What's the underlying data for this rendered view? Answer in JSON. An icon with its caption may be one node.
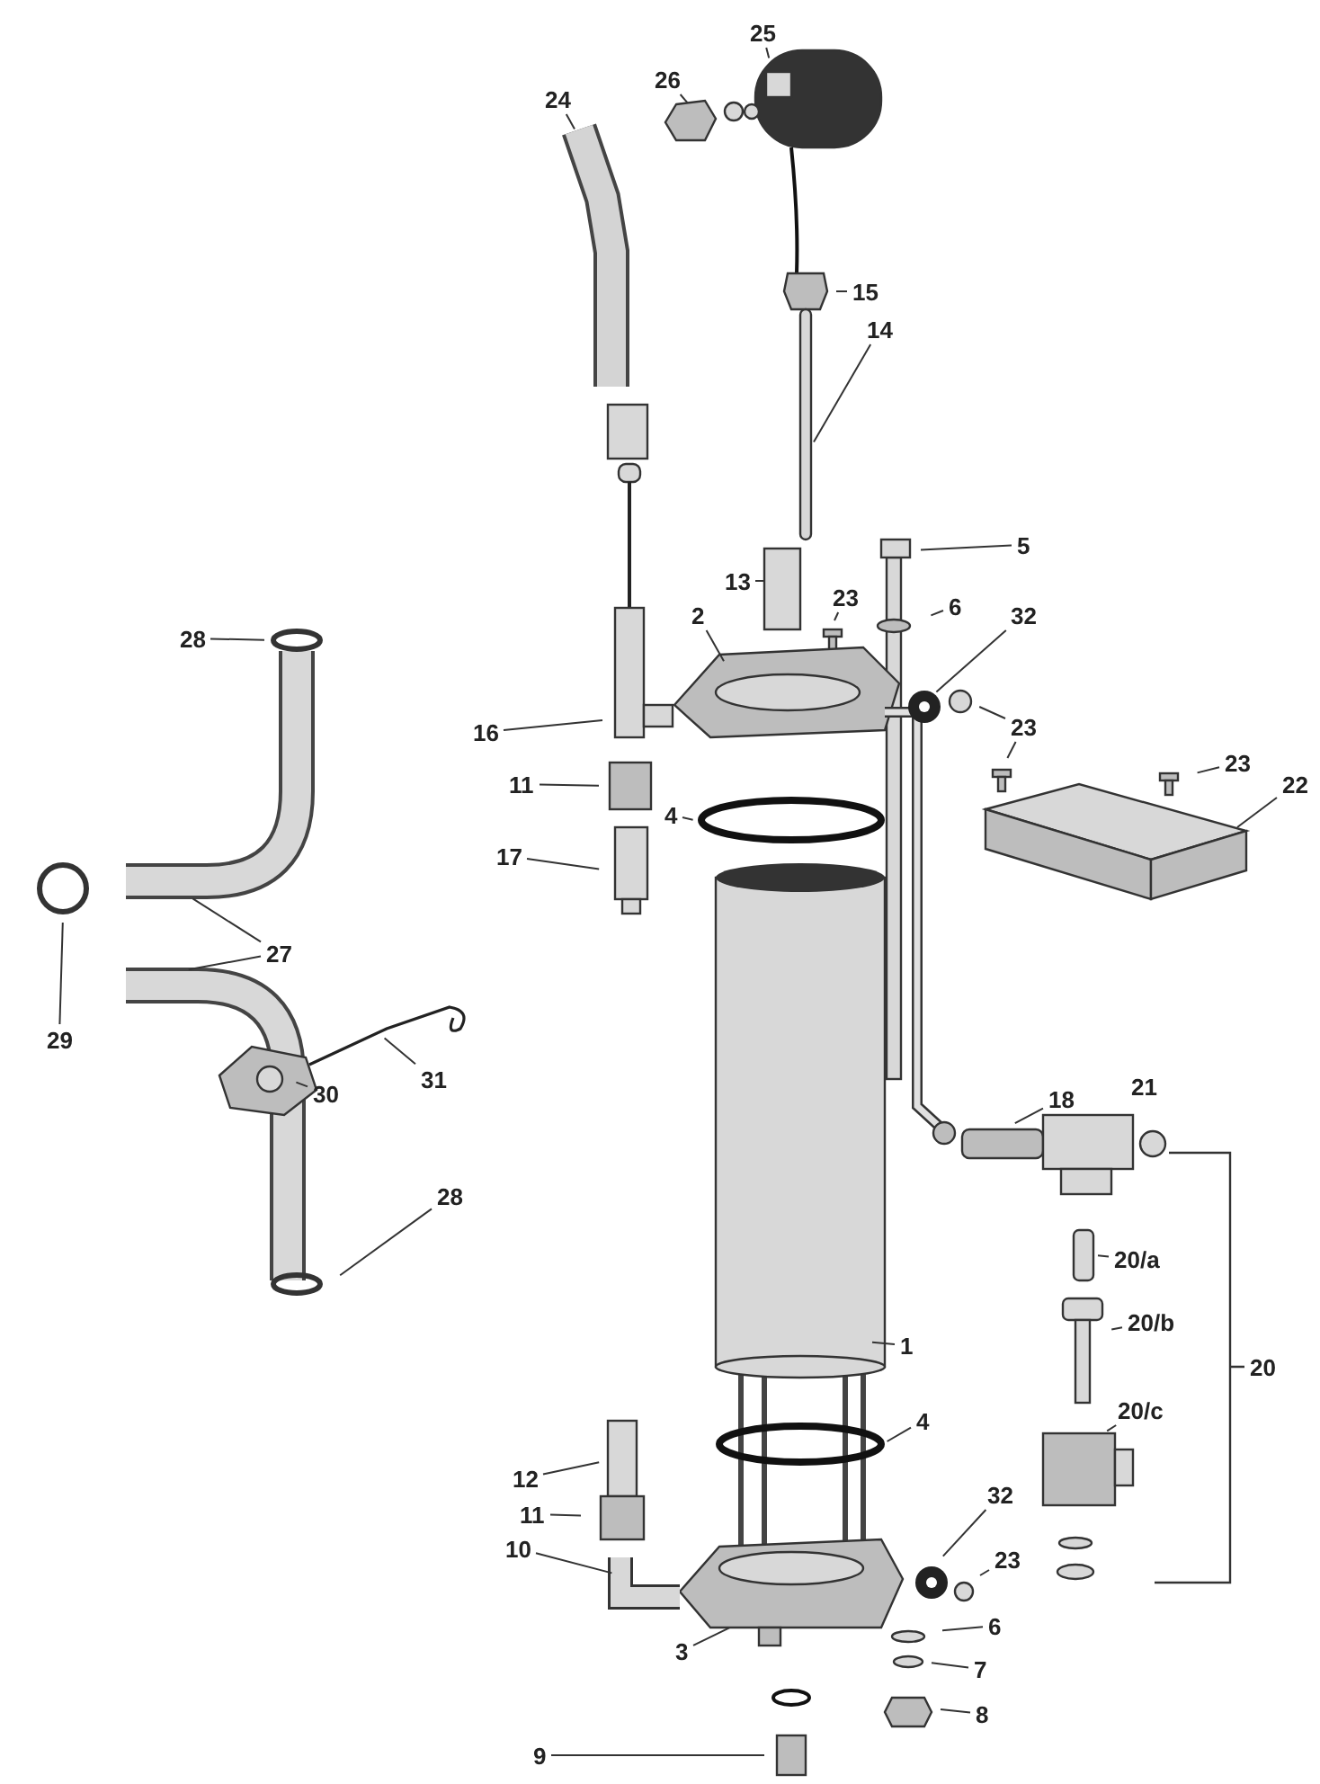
{
  "diagram": {
    "nodes": [
      {
        "text": [
          "25"
        ]
      },
      {
        "text": [
          "26"
        ]
      },
      {
        "text": [
          "24"
        ]
      },
      {
        "text": [
          "15"
        ]
      },
      {
        "text": [
          "14"
        ]
      },
      {
        "text": [
          "5"
        ]
      },
      {
        "text": [
          "13"
        ]
      },
      {
        "text": [
          "23"
        ]
      },
      {
        "text": [
          "6"
        ]
      },
      {
        "text": [
          "32"
        ]
      },
      {
        "text": [
          "2"
        ]
      },
      {
        "text": [
          "28"
        ]
      },
      {
        "text": [
          "23"
        ]
      },
      {
        "text": [
          "16"
        ]
      },
      {
        "text": [
          "23"
        ]
      },
      {
        "text": [
          "11"
        ]
      },
      {
        "text": [
          "22"
        ]
      },
      {
        "text": [
          "4"
        ]
      },
      {
        "text": [
          "17"
        ]
      },
      {
        "text": [
          "27"
        ]
      },
      {
        "text": [
          "29"
        ]
      },
      {
        "text": [
          "31"
        ]
      },
      {
        "text": [
          "30"
        ]
      },
      {
        "text": [
          "18"
        ]
      },
      {
        "text": [
          "28"
        ]
      },
      {
        "text": [
          "20/a"
        ]
      },
      {
        "text": [
          "20/b"
        ]
      },
      {
        "text": [
          "1"
        ]
      },
      {
        "text": [
          "20/c"
        ]
      },
      {
        "text": [
          "4"
        ]
      },
      {
        "text": [
          "12"
        ]
      },
      {
        "text": [
          "32"
        ]
      },
      {
        "text": [
          "11"
        ]
      },
      {
        "text": [
          "10"
        ]
      },
      {
        "text": [
          "23"
        ]
      },
      {
        "text": [
          "6"
        ]
      },
      {
        "text": [
          "3"
        ]
      },
      {
        "text": [
          "7"
        ]
      },
      {
        "text": [
          "8"
        ]
      },
      {
        "text": [
          "9"
        ]
      }
    ],
    "edges": [
      {
        "from": 0,
        "to": null,
        "arrow": "none"
      },
      {
        "from": 1,
        "to": null,
        "arrow": "none"
      },
      {
        "from": 2,
        "to": null,
        "arrow": "none"
      },
      {
        "from": 3,
        "to": null,
        "arrow": "none"
      },
      {
        "from": 4,
        "to": null,
        "arrow": "none"
      },
      {
        "from": 5,
        "to": null,
        "arrow": "none"
      },
      {
        "from": 6,
        "to": null,
        "arrow": "none"
      },
      {
        "from": 7,
        "to": null,
        "arrow": "none"
      },
      {
        "from": 8,
        "to": null,
        "arrow": "none"
      },
      {
        "from": 9,
        "to": null,
        "arrow": "none"
      },
      {
        "from": 10,
        "to": null,
        "arrow": "none"
      },
      {
        "from": 11,
        "to": null,
        "arrow": "none"
      },
      {
        "from": 12,
        "to": null,
        "arrow": "none"
      },
      {
        "from": 12,
        "to": null,
        "arrow": "none"
      },
      {
        "from": 13,
        "to": null,
        "arrow": "none"
      },
      {
        "from": 14,
        "to": null,
        "arrow": "none"
      },
      {
        "from": 15,
        "to": null,
        "arrow": "none"
      },
      {
        "from": 16,
        "to": null,
        "arrow": "none"
      },
      {
        "from": 17,
        "to": null,
        "arrow": "none"
      },
      {
        "from": 18,
        "to": null,
        "arrow": "none"
      },
      {
        "from": 19,
        "to": null,
        "arrow": "none"
      },
      {
        "from": 19,
        "to": null,
        "arrow": "none"
      },
      {
        "from": 20,
        "to": null,
        "arrow": "none"
      },
      {
        "from": 21,
        "to": null,
        "arrow": "none"
      },
      {
        "from": 22,
        "to": null,
        "arrow": "none"
      },
      {
        "from": 23,
        "to": null,
        "arrow": "none"
      },
      {
        "from": 24,
        "to": null,
        "arrow": "none"
      },
      {
        "from": 25,
        "to": null,
        "arrow": "none"
      },
      {
        "from": 26,
        "to": null,
        "arrow": "none"
      },
      {
        "from": 27,
        "to": null,
        "arrow": "none"
      },
      {
        "from": 28,
        "to": null,
        "arrow": "none"
      },
      {
        "from": 29,
        "to": null,
        "arrow": "none"
      },
      {
        "from": 30,
        "to": null,
        "arrow": "none"
      },
      {
        "from": 31,
        "to": null,
        "arrow": "none"
      },
      {
        "from": 32,
        "to": null,
        "arrow": "none"
      },
      {
        "from": 33,
        "to": null,
        "arrow": "none"
      },
      {
        "from": 34,
        "to": null,
        "arrow": "none"
      },
      {
        "from": 35,
        "to": null,
        "arrow": "none"
      },
      {
        "from": 36,
        "to": null,
        "arrow": "none"
      },
      {
        "from": 37,
        "to": null,
        "arrow": "none"
      },
      {
        "from": 38,
        "to": null,
        "arrow": "none"
      },
      {
        "from": 39,
        "to": null,
        "arrow": "none"
      }
    ],
    "labels": [
      "21",
      "20"
    ]
  }
}
